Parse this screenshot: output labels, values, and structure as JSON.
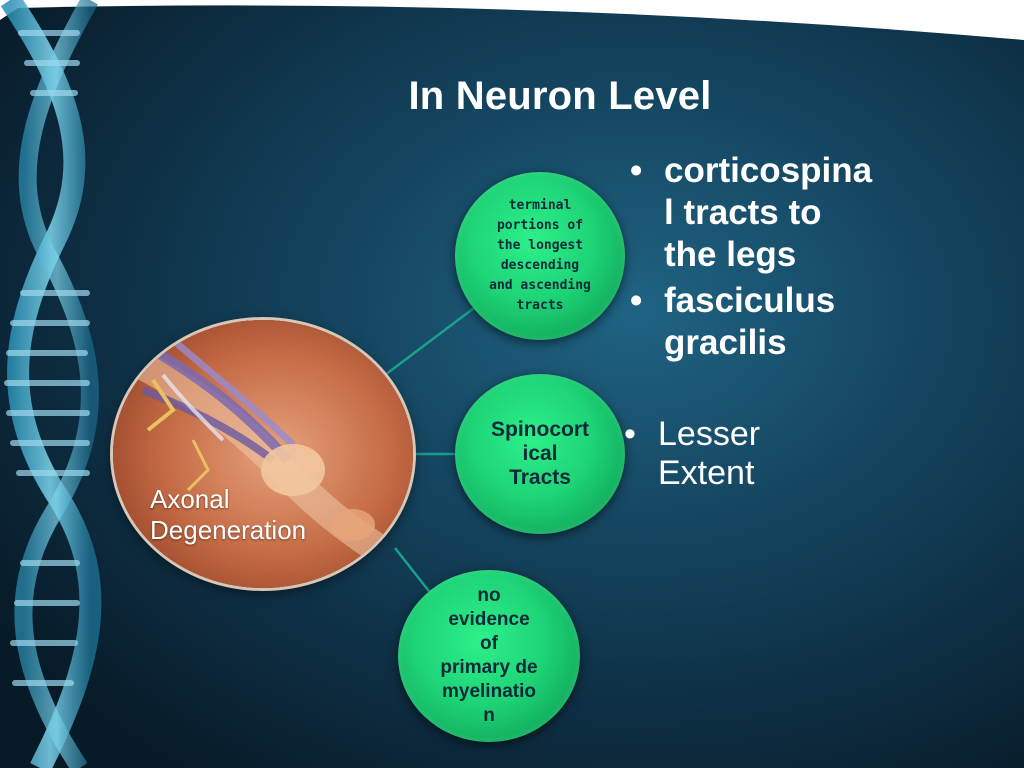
{
  "slide": {
    "title": "In Neuron Level"
  },
  "nodes": {
    "top": {
      "lines": [
        "terminal",
        "portions of",
        "the longest",
        "descending",
        "and ascending",
        "tracts"
      ]
    },
    "middle": {
      "lines": [
        "Spinocort",
        "ical",
        "Tracts"
      ]
    },
    "bottom": {
      "lines": [
        "no",
        "evidence",
        "of",
        "primary de",
        "myelinatio",
        "n"
      ]
    },
    "axon": {
      "lines": [
        "Axonal",
        "Degeneration"
      ]
    }
  },
  "bullets_top": [
    {
      "lines": [
        "corticospina",
        "l tracts to",
        "the legs"
      ]
    },
    {
      "lines": [
        "fasciculus",
        "gracilis"
      ]
    }
  ],
  "bullets_middle": [
    {
      "lines": [
        "Lesser",
        "Extent"
      ]
    }
  ],
  "bullet_symbol": "•",
  "colors": {
    "background_deep": "#0c2a40",
    "background_glow": "#1b5a78",
    "node_green": "#1ed477",
    "node_text": "#0e2a3a",
    "connector": "#1aa08c",
    "title_text": "#ffffff"
  },
  "icons": {
    "dna": "dna-helix-illustration",
    "neuron": "axon-neuron-illustration"
  }
}
